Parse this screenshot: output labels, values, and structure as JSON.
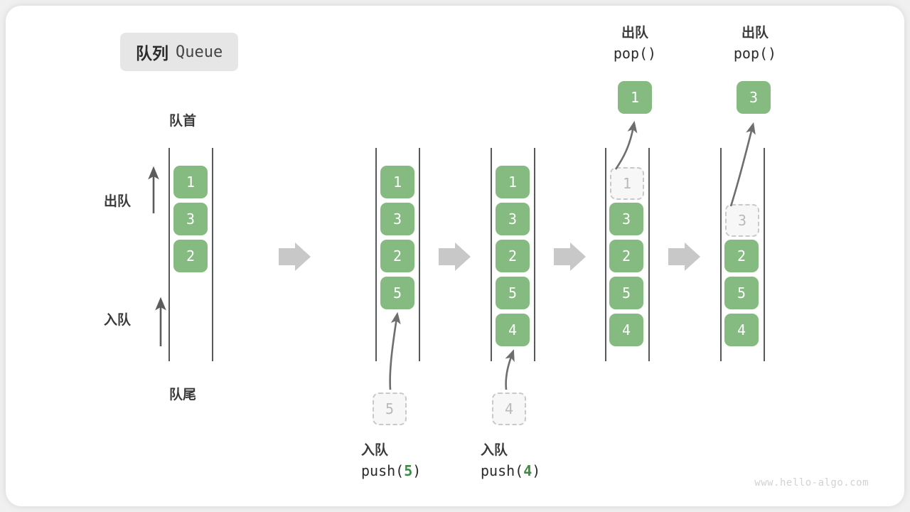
{
  "title": {
    "cn": "队列",
    "en": "Queue"
  },
  "labels": {
    "head": "队首",
    "tail": "队尾",
    "dequeue": "出队",
    "enqueue": "入队"
  },
  "watermark": "www.hello-algo.com",
  "colors": {
    "element": "#85bb80",
    "ghost_border": "#c9c9c9",
    "ghost_text": "#b9b9b9",
    "rail": "#55588c",
    "arrow_block": "#c8c8c8",
    "arrow_curve": "#6e6e6e",
    "code_value": "#3f8b43",
    "chip_bg": "#e6e6e6"
  },
  "columns": [
    {
      "id": "initial",
      "elements": [
        "1",
        "3",
        "2"
      ],
      "ghost": null,
      "caption": null
    },
    {
      "id": "push-5",
      "elements": [
        "1",
        "3",
        "2",
        "5"
      ],
      "ghost": {
        "value": "5",
        "position": "below"
      },
      "caption": {
        "cn": "入队",
        "code_prefix": "push(",
        "code_value": "5",
        "code_suffix": ")"
      }
    },
    {
      "id": "push-4",
      "elements": [
        "1",
        "3",
        "2",
        "5",
        "4"
      ],
      "ghost": {
        "value": "4",
        "position": "below"
      },
      "caption": {
        "cn": "入队",
        "code_prefix": "push(",
        "code_value": "4",
        "code_suffix": ")"
      }
    },
    {
      "id": "pop-1",
      "elements": [
        "3",
        "2",
        "5",
        "4"
      ],
      "ghost": {
        "value": "1",
        "position": "top-slot"
      },
      "popped": {
        "value": "1",
        "cn": "出队",
        "code": "pop()"
      }
    },
    {
      "id": "pop-3",
      "elements": [
        "2",
        "5",
        "4"
      ],
      "ghost": {
        "value": "3",
        "position": "top-slot"
      },
      "popped": {
        "value": "3",
        "cn": "出队",
        "code": "pop()"
      }
    }
  ],
  "flow_arrows": [
    {
      "from": "initial",
      "to": "push-5"
    },
    {
      "from": "push-5",
      "to": "push-4"
    },
    {
      "from": "push-4",
      "to": "pop-1"
    },
    {
      "from": "pop-1",
      "to": "pop-3"
    }
  ]
}
